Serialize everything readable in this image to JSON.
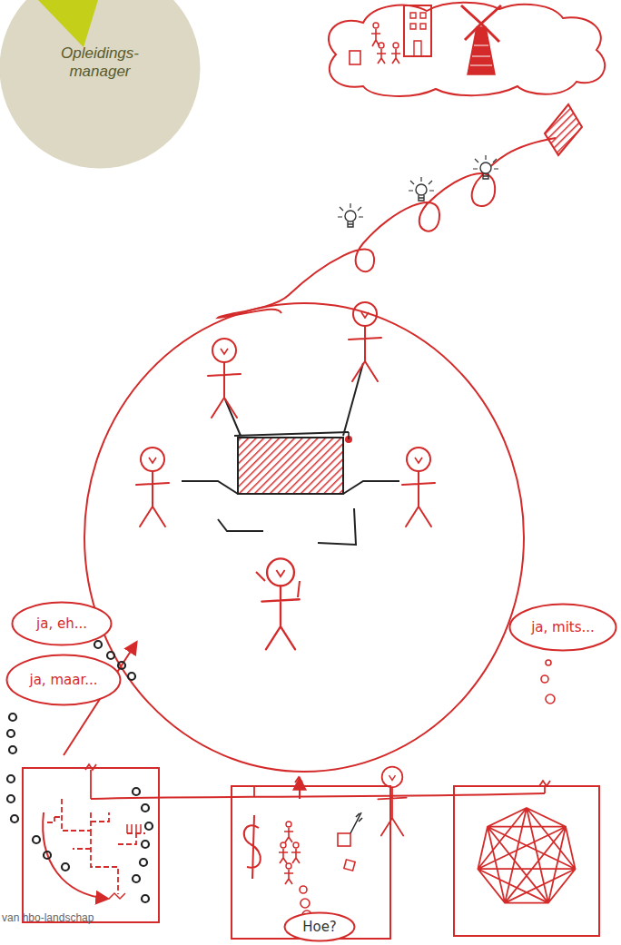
{
  "diagram": {
    "nodes": [
      {
        "text": [
          "Opleidings- manager"
        ]
      },
      {
        "text": [
          "ja, eh..."
        ]
      },
      {
        "text": [
          "ja, maar..."
        ]
      },
      {
        "text": [
          "ja, mits..."
        ]
      },
      {
        "text": [
          "Hoe?"
        ]
      }
    ],
    "labels": [
      "van hbo-landschap"
    ]
  }
}
